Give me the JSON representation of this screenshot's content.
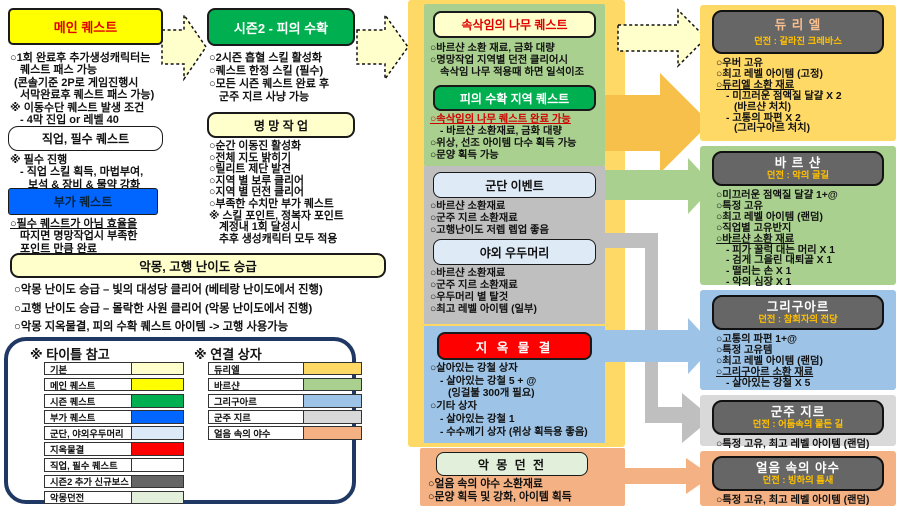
{
  "colors": {
    "main_quest_bg": "#FFFF00",
    "season_bg": "#00B050",
    "extra_bg": "#0066FF",
    "soft_yellow": "#FFFFCC",
    "col3_bg": "#FFD966",
    "green_section": "#A9D08E",
    "gray_section": "#BFBFBF",
    "blue_section": "#9DC3E6",
    "orange_section": "#F4B183",
    "light_blue_box": "#DEEAF6",
    "red_box": "#FF0000",
    "nd_box": "#E2EFDA",
    "dark_header": "#666666",
    "zir_bg": "#D9D9D9",
    "legend_border": "#1F3864",
    "arrow_gold": "#F7C04A",
    "arrow_gray": "#BFBFBF"
  },
  "col1": {
    "main_title": "메인 퀘스트",
    "main_lines": [
      {
        "t": "○1회 완료후 추가생성캐릭터는"
      },
      {
        "t": "퀘스트 패스 가능",
        "c": "i1"
      },
      {
        "t": "(콘솔기준 2P로 게임진행시",
        "c": "i05"
      },
      {
        "t": "서막완료후 퀘스트 패스 가능)",
        "c": "i1"
      },
      {
        "t": "※ 이동수단 퀘스트 발생 조건"
      },
      {
        "t": "- 4막 진입 or 레벨 40",
        "c": "i1"
      }
    ],
    "job_title": "직업, 필수 퀘스트",
    "job_lines": [
      {
        "t": "※ 필수 진행"
      },
      {
        "t": "- 직업 스킬 획득, 마법부여,",
        "c": "i1"
      },
      {
        "t": "보석 & 장비 & 물약 강화",
        "c": "i2"
      }
    ],
    "extra_title": "부가 퀘스트",
    "extra_lines": [
      {
        "t": "○필수 퀘스트가 아님 효율을",
        "c": "u"
      },
      {
        "t": "따지면 명망작업시 부족한",
        "c": "i1"
      },
      {
        "t": "포인트 만큼 완료",
        "c": "i1"
      }
    ]
  },
  "col2": {
    "season_title": "시즌2 - 피의 수확",
    "season_lines": [
      {
        "t": "○2시즌 흡혈 스킬 활성화"
      },
      {
        "t": "○퀘스트 한정 스킬 (필수)"
      },
      {
        "t": "○모든 시즌 퀘스트 완료 후"
      },
      {
        "t": "군주 지르 사냥 가능",
        "c": "i1"
      }
    ],
    "renown_title": "명 망 작 업",
    "renown_lines": [
      {
        "t": "○순간 이동진 활성화"
      },
      {
        "t": "○전체 지도 밝히기"
      },
      {
        "t": "○릴리트 제단 발견"
      },
      {
        "t": "○지역 별 보루 클리어"
      },
      {
        "t": "○지역 별 던전 클리어"
      },
      {
        "t": "○부족한 수치만 부가 퀘스트"
      },
      {
        "t": "※ 스킬 포인트, 정복자 포인트",
        "c": "b"
      },
      {
        "t": "계정내 1회 달성시",
        "c": "b i1"
      },
      {
        "t": "추후 생성캐릭터 모두 적용",
        "c": "b i1"
      }
    ]
  },
  "nightmare": {
    "title": "악몽, 고행 난이도 승급",
    "lines": [
      {
        "t": "○악몽 난이도 승급 – 빛의 대성당 클리어 (베테랑 난이도에서 진행)"
      },
      {
        "t": "○고행 난이도 승급 – 몰락한 사원 클리어 (악몽 난이도에서 진행)"
      },
      {
        "t": "○악몽 지옥물결, 피의 수확 퀘스트 아이템 -> 고행 사용가능"
      }
    ]
  },
  "legend": {
    "title_ref_header": "※ 타이틀 참고",
    "title_rows": [
      {
        "label": "기본",
        "color": "#FFFFCC"
      },
      {
        "label": "메인 퀘스트",
        "color": "#FFFF00"
      },
      {
        "label": "시즌 퀘스트",
        "color": "#00B050"
      },
      {
        "label": "부가 퀘스트",
        "color": "#0066FF"
      },
      {
        "label": "군단, 야외우두머리",
        "color": "#DCE9F7"
      },
      {
        "label": "지옥물결",
        "color": "#FF0000"
      },
      {
        "label": "직업, 필수 퀘스트",
        "color": "#FFFFFF"
      },
      {
        "label": "시즌2 추가 신규보스",
        "color": "#666666"
      },
      {
        "label": "악몽던전",
        "color": "#E2EFDA"
      }
    ],
    "link_header": "※ 연결 상자",
    "link_rows": [
      {
        "label": "듀리엘",
        "color": "#FFD966"
      },
      {
        "label": "바르샨",
        "color": "#A9D08E"
      },
      {
        "label": "그리구아르",
        "color": "#9DC3E6"
      },
      {
        "label": "군주 지르",
        "color": "#D9D9D9"
      },
      {
        "label": "얼음 속의 야수",
        "color": "#F4B183"
      }
    ]
  },
  "col3": {
    "whisper_title": "속삭임의 나무 퀘스트",
    "whisper_lines": [
      {
        "t": "○바르샨 소환 재료, 금화 대량"
      },
      {
        "t": "○명망작업 지역별 던전 클리어시"
      },
      {
        "t": "속삭임 나무 적용때 하면 일석이조",
        "c": "i1"
      }
    ],
    "harvest_title": "피의 수확 지역 퀘스트",
    "harvest_lines": [
      {
        "t": "○속삭임의 나무 퀘스트 완료 가능",
        "c": "red u"
      },
      {
        "t": "- 바르샨 소환재료, 금화 대량",
        "c": "i1"
      },
      {
        "t": "○위상, 선조 아이템 다수 획득 가능"
      },
      {
        "t": "○문양 획득 가능"
      }
    ],
    "legion_title": "군단 이벤트",
    "legion_lines": [
      {
        "t": "○바르샨 소환재료"
      },
      {
        "t": "○군주 지르 소환재료"
      },
      {
        "t": "○고행난이도 저렙 렙업 좋음"
      }
    ],
    "boss_title": "야외 우두머리",
    "boss_lines": [
      {
        "t": "○바르샨 소환재료"
      },
      {
        "t": "○군주 지르 소환재료"
      },
      {
        "t": "○우두머리 별 탈것"
      },
      {
        "t": "○최고 레벨 아이템 (일부)"
      }
    ],
    "helltide_title": "지 옥 물 결",
    "helltide_lines": [
      {
        "t": "○살아있는 강철 상자"
      },
      {
        "t": "- 살아있는 강철 5 + @",
        "c": "i1"
      },
      {
        "t": "(잉걸불 300개 필요)",
        "c": "i2"
      },
      {
        "t": "○기타 상자"
      },
      {
        "t": "- 살아있는 강철 1",
        "c": "i1"
      },
      {
        "t": "- 수수께기 상자 (위상 획득용 좋음)",
        "c": "i1"
      }
    ]
  },
  "nightmare_dungeon": {
    "title": "악 몽 던 전",
    "lines": [
      {
        "t": "○얼음 속의 야수 소환재료"
      },
      {
        "t": "○문양 획득 및 강화, 아이템 획득"
      }
    ]
  },
  "right": [
    {
      "title": "듀 리 엘",
      "subtitle": "던전 : 갈라진 크레바스",
      "lines": [
        {
          "t": "○우버 고유"
        },
        {
          "t": "○최고 레벨 아이템 (고정)"
        },
        {
          "t": "○듀리엘 소환 재료",
          "c": "u"
        },
        {
          "t": "- 미끄러운 점액질 달걀 X 2",
          "c": "i1"
        },
        {
          "t": "(바르샨 처치)",
          "c": "i2"
        },
        {
          "t": "- 고통의 파편 X 2",
          "c": "i1"
        },
        {
          "t": "(그리구아르 처치)",
          "c": "i2"
        }
      ]
    },
    {
      "title": "바 르 샨",
      "subtitle": "던전 : 악의 굴길",
      "lines": [
        {
          "t": "○미끄러운 점액질 달걀 1+@"
        },
        {
          "t": "○특정 고유"
        },
        {
          "t": "○최고 레벨 아이템 (랜덤)"
        },
        {
          "t": "○직업별 고유반지"
        },
        {
          "t": "○바르샨 소환 재료",
          "c": "u"
        },
        {
          "t": "- 피가 꿀럭 대는 머리 X 1",
          "c": "i1"
        },
        {
          "t": "- 검게 그을린 대퇴골 X 1",
          "c": "i1"
        },
        {
          "t": "- 떨리는 손 X 1",
          "c": "i1"
        },
        {
          "t": "- 악의 심장 X 1",
          "c": "i1"
        }
      ]
    },
    {
      "title": "그리구아르",
      "subtitle": "던전 : 참회자의 전당",
      "lines": [
        {
          "t": "○고통의 파편 1+@"
        },
        {
          "t": "○특정 고유템"
        },
        {
          "t": "○최고 레벨 아이템 (랜덤)"
        },
        {
          "t": "○그리구아르 소환 재료",
          "c": "u"
        },
        {
          "t": "- 살아있는 강철 X 5",
          "c": "i1"
        }
      ]
    },
    {
      "title": "군주 지르",
      "subtitle": "던전 : 어둠속의 물든 길",
      "lines": [
        {
          "t": "○특정 고유, 최고 레벨 아이템 (랜덤)"
        }
      ]
    },
    {
      "title": "얼음 속의 야수",
      "subtitle": "던전 : 빙하의 틈새",
      "lines": [
        {
          "t": "○특정 고유, 최고 레벨 아이템 (랜덤)"
        }
      ]
    }
  ]
}
